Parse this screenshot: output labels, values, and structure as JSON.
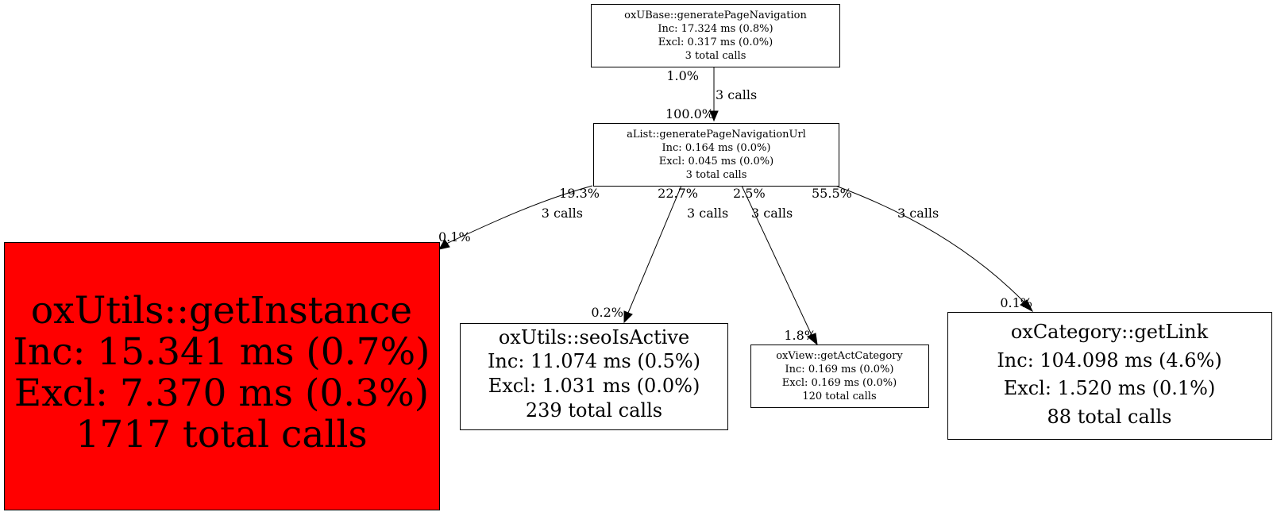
{
  "nodes": {
    "generate_page_navigation": {
      "name": "oxUBase::generatePageNavigation",
      "inc": "Inc: 17.324 ms (0.8%)",
      "excl": "Excl: 0.317 ms (0.0%)",
      "calls": "3 total calls"
    },
    "generate_page_navigation_url": {
      "name": "aList::generatePageNavigationUrl",
      "inc": "Inc: 0.164 ms (0.0%)",
      "excl": "Excl: 0.045 ms (0.0%)",
      "calls": "3 total calls"
    },
    "get_instance": {
      "name": "oxUtils::getInstance",
      "inc": "Inc: 15.341 ms (0.7%)",
      "excl": "Excl: 7.370 ms (0.3%)",
      "calls": "1717 total calls",
      "fill": "#ff0000"
    },
    "seo_is_active": {
      "name": "oxUtils::seoIsActive",
      "inc": "Inc: 11.074 ms (0.5%)",
      "excl": "Excl: 1.031 ms (0.0%)",
      "calls": "239 total calls"
    },
    "get_act_category": {
      "name": "oxView::getActCategory",
      "inc": "Inc: 0.169 ms (0.0%)",
      "excl": "Excl: 0.169 ms (0.0%)",
      "calls": "120 total calls"
    },
    "get_link": {
      "name": "oxCategory::getLink",
      "inc": "Inc: 104.098 ms (4.6%)",
      "excl": "Excl: 1.520 ms (0.1%)",
      "calls": "88 total calls"
    }
  },
  "edges": {
    "nav_to_url": {
      "calls": "3 calls",
      "tail_pct": "1.0%",
      "head_pct": "100.0%"
    },
    "url_to_instance": {
      "calls": "3 calls",
      "tail_pct": "19.3%",
      "head_pct": "0.1%"
    },
    "url_to_seo": {
      "calls": "3 calls",
      "tail_pct": "22.7%",
      "head_pct": "0.2%"
    },
    "url_to_actcat": {
      "calls": "3 calls",
      "tail_pct": "2.5%",
      "head_pct": "1.8%"
    },
    "url_to_link": {
      "calls": "3 calls",
      "tail_pct": "55.5%",
      "head_pct": "0.1%"
    }
  }
}
